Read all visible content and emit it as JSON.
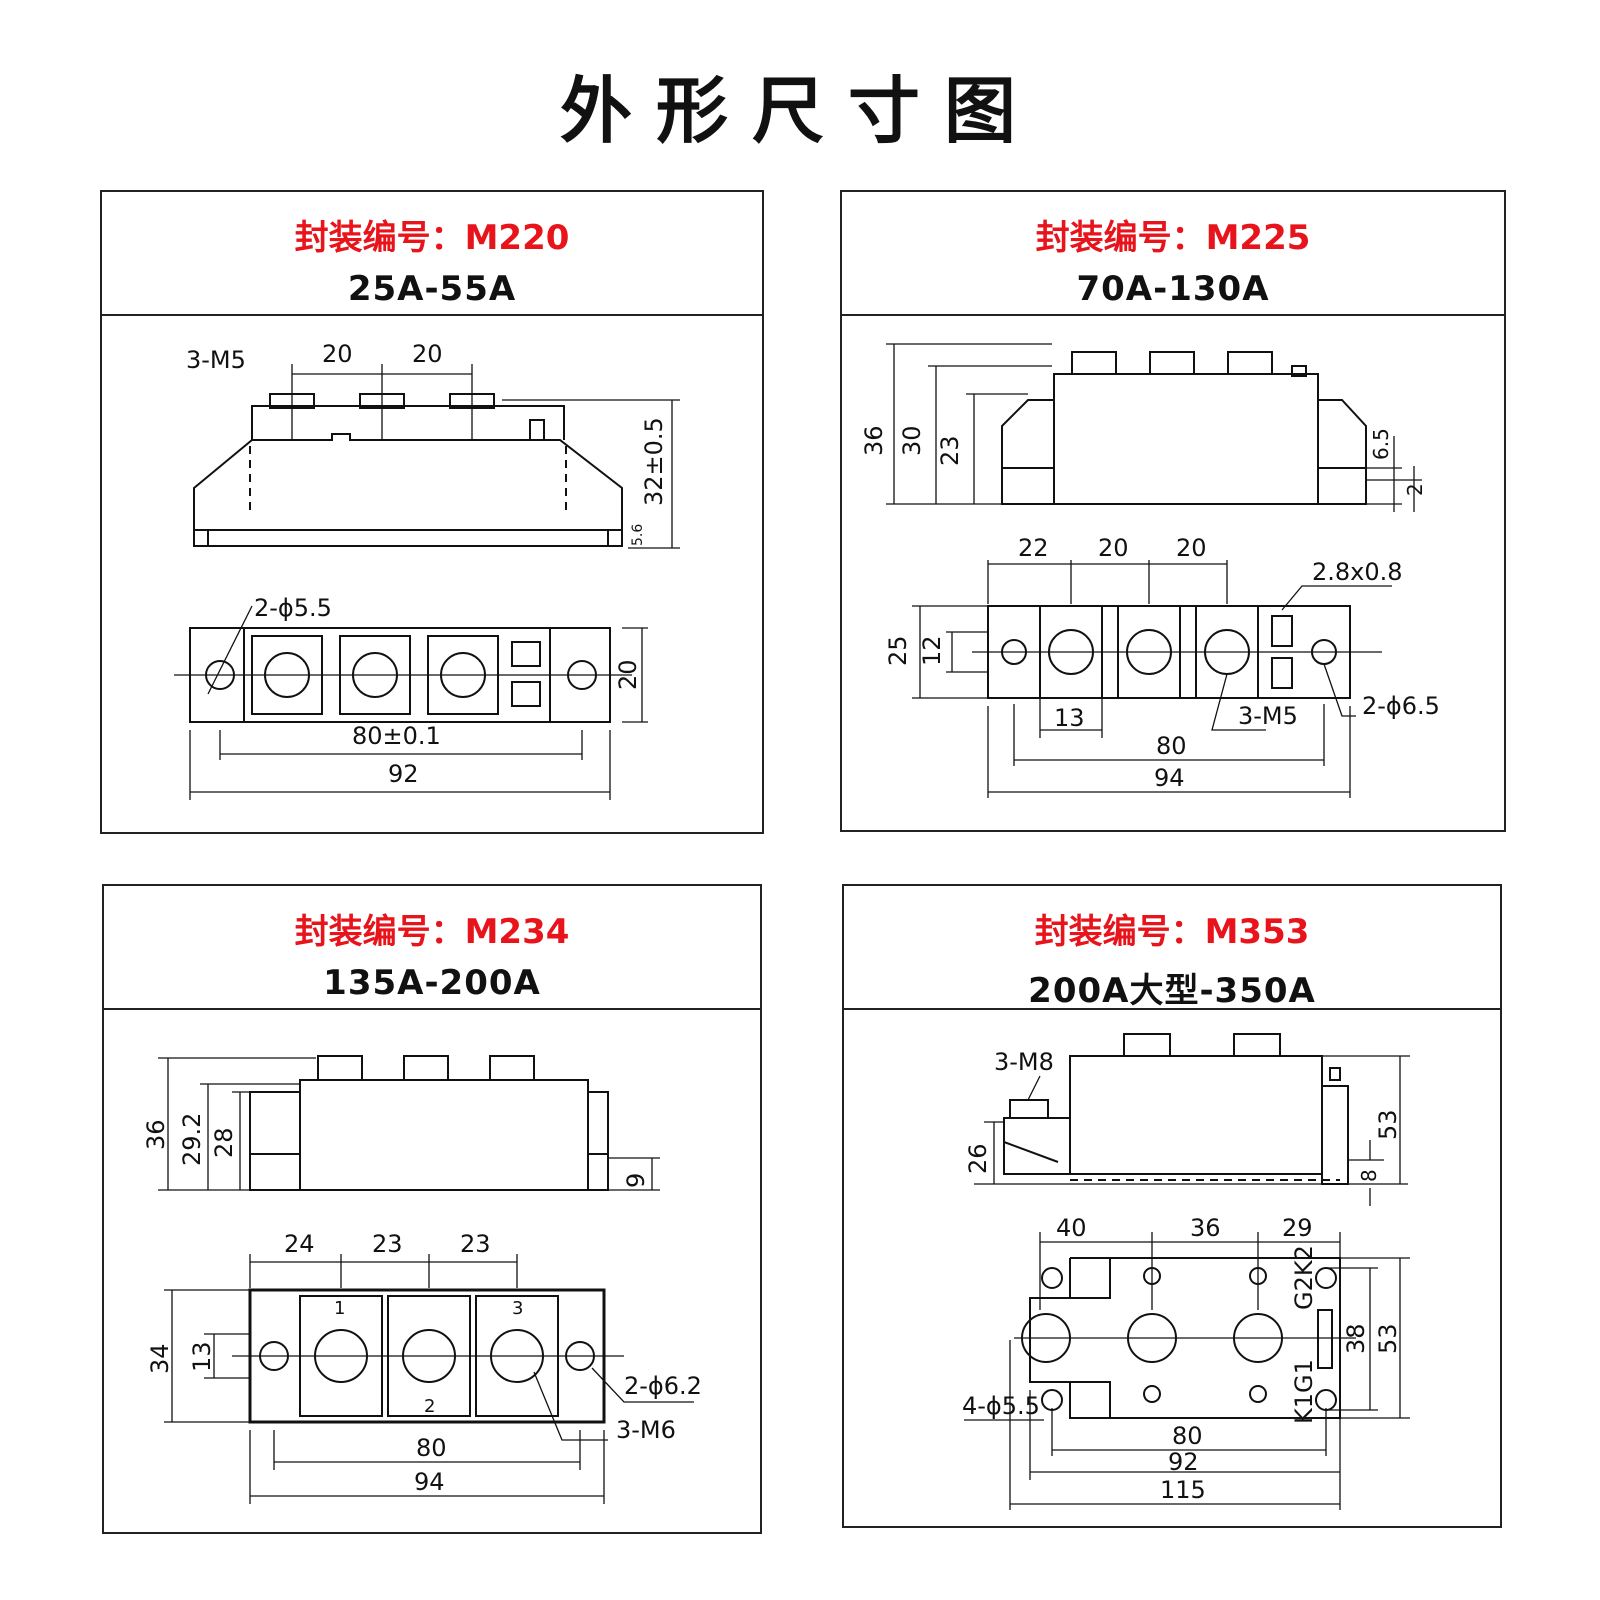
{
  "title": "外形尺寸图",
  "colors": {
    "package_label": "#e8141c",
    "ink": "#111111"
  },
  "panels": [
    {
      "package_label": "封装编号：M220",
      "current_range": "25A-55A",
      "dims": {
        "screw": "3-M5",
        "pitch1": "20",
        "pitch2": "20",
        "height": "32±0.5",
        "base": "5.6",
        "hole": "2-ϕ5.5",
        "width": "20",
        "hole_pitch": "80±0.1",
        "length": "92"
      }
    },
    {
      "package_label": "封装编号：M225",
      "current_range": "70A-130A",
      "dims": {
        "h1": "36",
        "h2": "30",
        "h3": "23",
        "h4": "6.5",
        "h5": "2",
        "x1": "22",
        "x2": "20",
        "x3": "20",
        "tab": "2.8x0.8",
        "w1": "25",
        "w2": "12",
        "term": "13",
        "screw": "3-M5",
        "hole": "2-ϕ6.5",
        "hole_pitch": "80",
        "length": "94"
      }
    },
    {
      "package_label": "封装编号：M234",
      "current_range": "135A-200A",
      "dims": {
        "h1": "36",
        "h2": "29.2",
        "h3": "28",
        "h4": "9",
        "x1": "24",
        "x2": "23",
        "x3": "23",
        "w1": "34",
        "w2": "13",
        "hole": "2-ϕ6.2",
        "screw": "3-M6",
        "hole_pitch": "80",
        "length": "94",
        "t1": "1",
        "t2": "2",
        "t3": "3"
      }
    },
    {
      "package_label": "封装编号：M353",
      "current_range": "200A大型-350A",
      "dims": {
        "screw": "3-M8",
        "h1": "26",
        "h2": "53",
        "h3": "8",
        "x1": "40",
        "x2": "36",
        "x3": "29",
        "gk2": "G2K2",
        "gk1": "K1G1",
        "w1": "38",
        "w2": "53",
        "hole": "4-ϕ5.5",
        "p1": "80",
        "p2": "92",
        "p3": "115"
      }
    }
  ]
}
